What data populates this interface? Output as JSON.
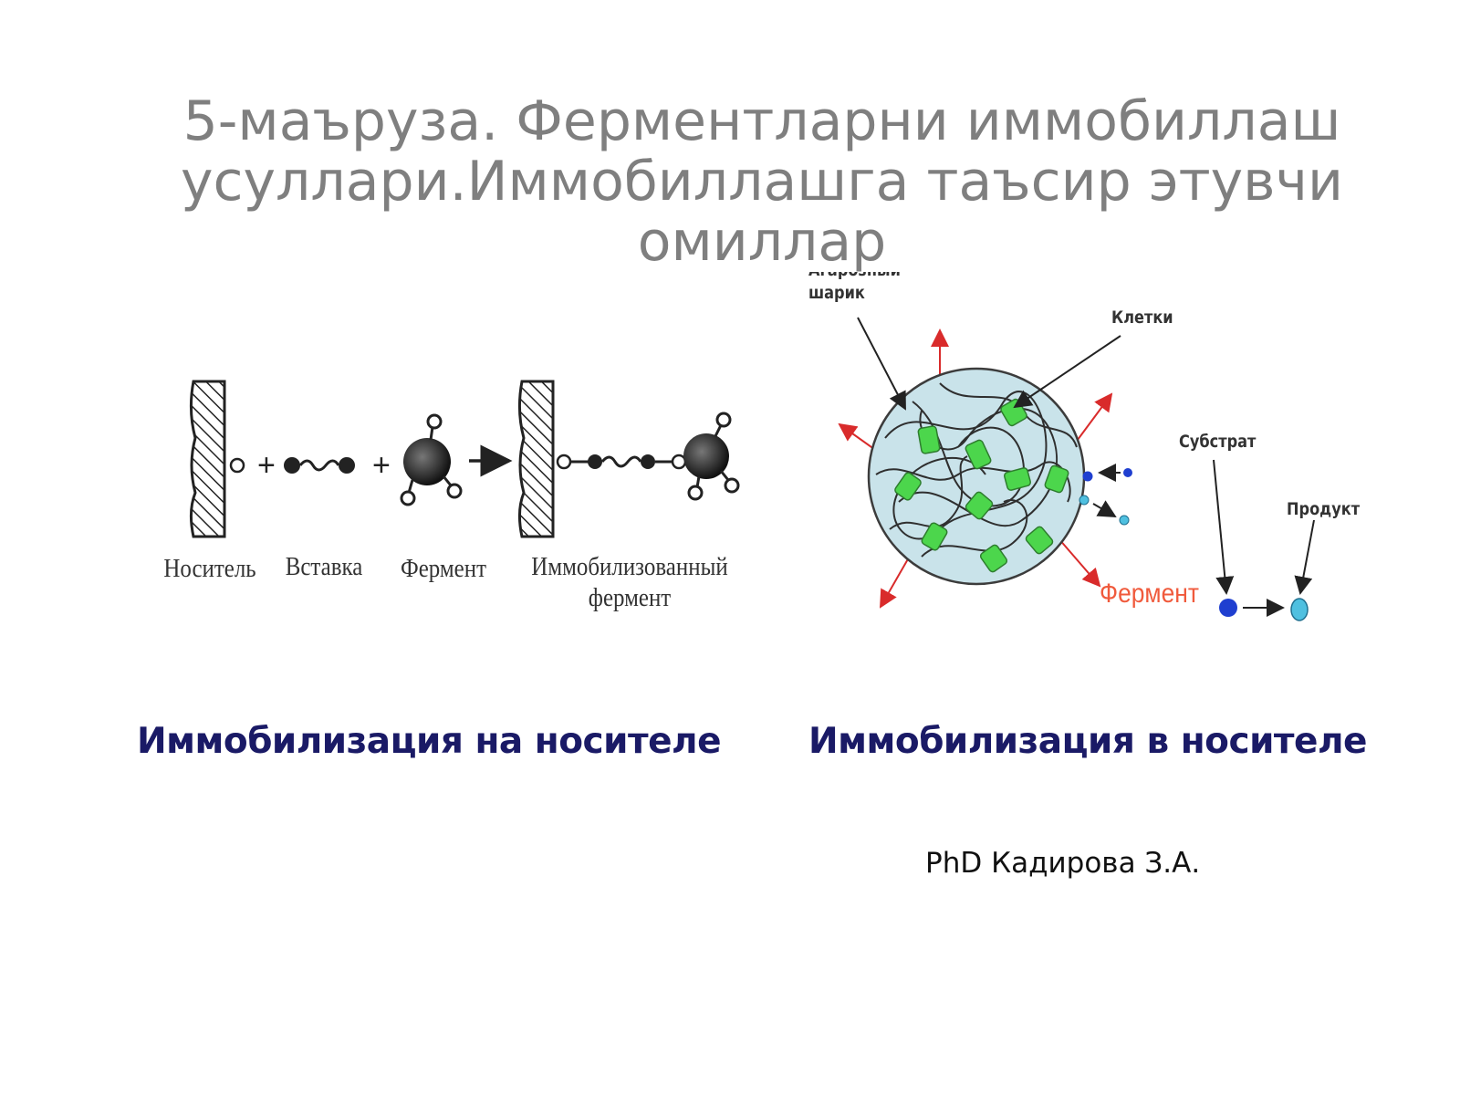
{
  "slide": {
    "title": "5-маъруза. Ферментларни иммобиллаш усуллари.Иммобиллашга таъсир этувчи омиллар",
    "author": "PhD Кадирова З.А."
  },
  "left_figure": {
    "labels": {
      "carrier": "Носитель",
      "insert": "Вставка",
      "enzyme": "Фермент",
      "immobilized": "Иммобилизованный фермент"
    },
    "caption": "Иммобилизация на носителе"
  },
  "right_figure": {
    "labels": {
      "agarose_bead": "Агарозныи шарик",
      "cells": "Клетки",
      "substrate": "Субстрат",
      "product": "Продукт",
      "enzyme": "Фермент"
    },
    "caption": "Иммобилизация в носителе"
  },
  "colors": {
    "title": "#7f7f7f",
    "caption": "#1a1a66",
    "bead_fill": "#c9e3ea",
    "cell_fill": "#4cd64c",
    "arrow_red": "#d92b2b",
    "substrate": "#1f3fd0",
    "product": "#4fc0e0"
  }
}
